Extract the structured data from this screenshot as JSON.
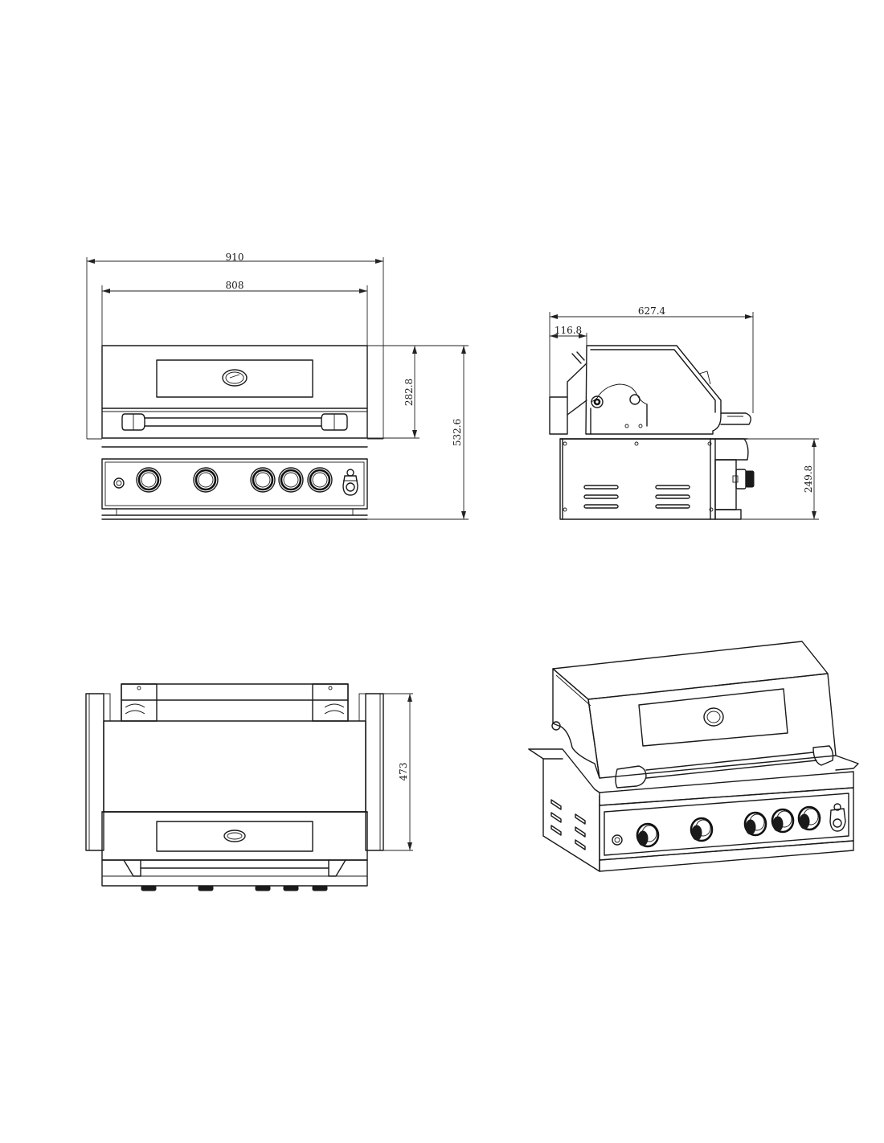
{
  "dimensions": {
    "front_overall_width": "910",
    "front_hood_width": "808",
    "front_hood_height": "282.8",
    "front_total_height": "532.6",
    "side_depth": "627.4",
    "side_offset": "116.8",
    "side_body_height": "249.8",
    "top_depth": "473"
  },
  "colors": {
    "line": "#1a1a1a",
    "background": "#ffffff"
  }
}
